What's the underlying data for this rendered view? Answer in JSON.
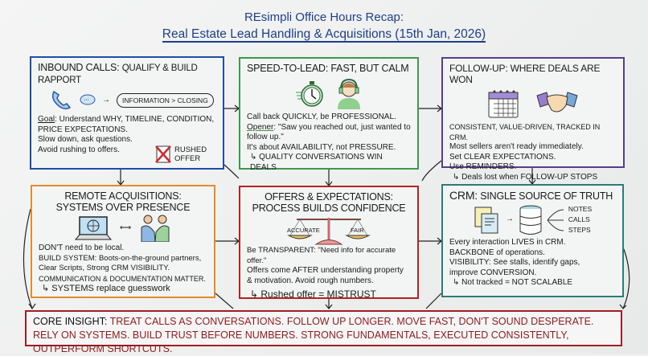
{
  "title": {
    "line1": "REsimpli Office Hours Recap:",
    "line2": "Real Estate Lead Handling & Acquisitions (15th Jan, 2026)"
  },
  "inbound": {
    "heading1": "INBOUND CALLS:",
    "heading2": "QUALIFY & BUILD RAPPORT",
    "bubble": "INFORMATION > CLOSING",
    "goal_label": "Goal",
    "goal_text": ": Understand WHY, TIMELINE, CONDITION, PRICE EXPECTATIONS.",
    "line2": "Slow down, ask questions.",
    "line3": "Avoid rushing to offers.",
    "badge": "RUSHED OFFER"
  },
  "speed": {
    "heading": "SPEED-TO-LEAD: FAST, BUT CALM",
    "line1": "Call back QUICKLY, be PROFESSIONAL.",
    "opener_label": "Opener",
    "opener_text": ": \"Saw you reached out, just wanted to follow up.\"",
    "line3": "It's about AVAILABILITY, not PRESSURE.",
    "arrow_line": "↳ QUALITY CONVERSATIONS WIN DEALS"
  },
  "followup": {
    "heading": "FOLLOW-UP: WHERE DEALS ARE WON",
    "line1": "CONSISTENT, VALUE-DRIVEN, TRACKED IN CRM.",
    "line2": "Most sellers aren't ready immediately.",
    "line3": "Set CLEAR EXPECTATIONS.",
    "line4": "Use REMINDERS.",
    "arrow_line": "↳ Deals lost when FOLLOW-UP STOPS"
  },
  "remote": {
    "heading1": "REMOTE ACQUISITIONS:",
    "heading2": "SYSTEMS OVER PRESENCE",
    "line1": "DON'T need to be local.",
    "line2": "BUILD SYSTEM: Boots-on-the-ground partners, Clear Scripts, Strong CRM VISIBILITY.",
    "line3": "COMMUNICATION & DOCUMENTATION MATTER.",
    "arrow_line": "↳ SYSTEMS replace guesswork"
  },
  "offers": {
    "heading1": "OFFERS & EXPECTATIONS:",
    "heading2": "PROCESS BUILDS CONFIDENCE",
    "scale_left": "ACCURATE",
    "scale_right": "FAIR",
    "line1": "Be TRANSPARENT: \"Need info for accurate offer.\"",
    "line2": "Offers come AFTER understanding property & motivation. Avoid rough numbers.",
    "arrow_line": "↳ Rushed offer = MISTRUST"
  },
  "crm": {
    "heading_bold": "CRM:",
    "heading": " SINGLE SOURCE OF TRUTH",
    "outputs": [
      "NOTES",
      "CALLS",
      "STEPS"
    ],
    "line1": "Every interaction LIVES in CRM.",
    "line2": "BACKBONE of operations.",
    "line3": "VISIBILITY: See stalls, identify gaps, improve CONVERSION.",
    "arrow_line": "↳ Not tracked = NOT SCALABLE"
  },
  "core": {
    "label": "CORE INSIGHT:",
    "text": " TREAT CALLS AS CONVERSATIONS. FOLLOW UP LONGER. MOVE FAST, DON'T SOUND DESPERATE. RELY ON SYSTEMS. BUILD TRUST BEFORE NUMBERS. STRONG FUNDAMENTALS, EXECUTED CONSISTENTLY, OUTPERFORM SHORTCUTS."
  }
}
